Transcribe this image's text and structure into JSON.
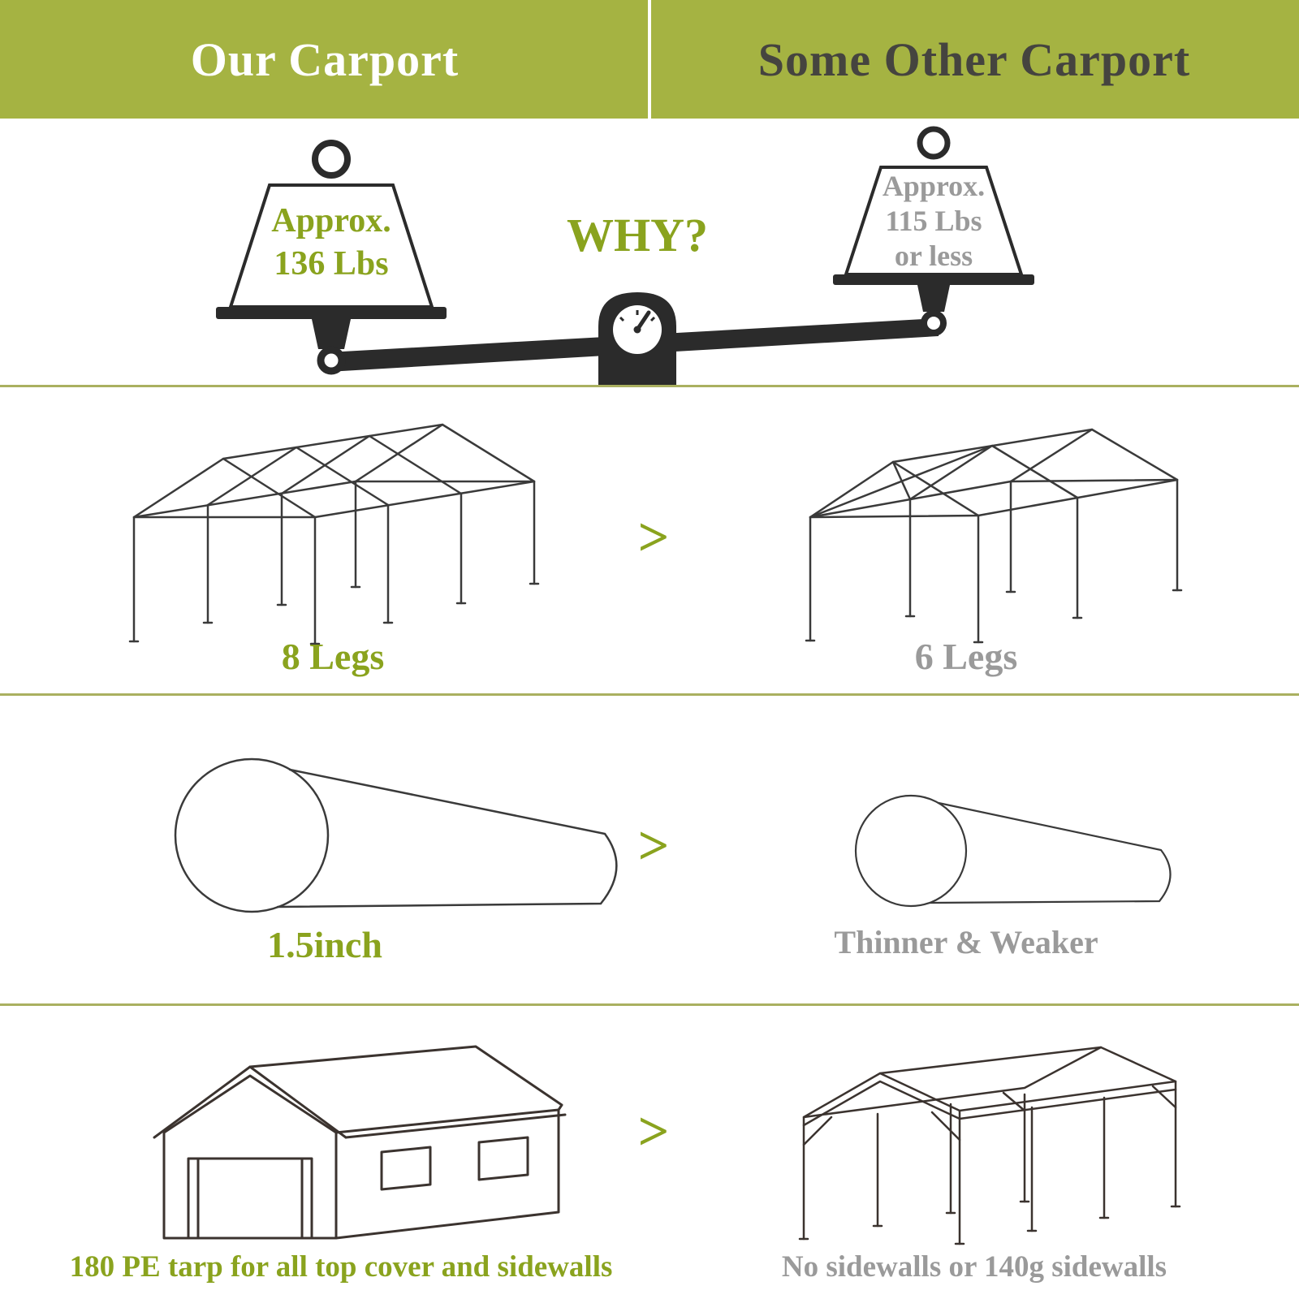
{
  "theme": {
    "header_bg": "#a5b342",
    "accent_green": "#8aa31e",
    "muted_gray": "#9a9a9a",
    "header_left_text": "#ffffff",
    "header_right_text": "#45443f",
    "line_art": "#3a3a3a",
    "divider": "#aab060"
  },
  "header": {
    "left": "Our Carport",
    "right": "Some Other Carport"
  },
  "scale": {
    "why": "WHY?",
    "left_weight": {
      "line1": "Approx.",
      "line2": "136 Lbs"
    },
    "right_weight": {
      "line1": "Approx.",
      "line2": "115 Lbs",
      "line3": "or less"
    }
  },
  "comparisons": [
    {
      "left": "8 Legs",
      "symbol": ">",
      "right": "6 Legs"
    },
    {
      "left": "1.5inch",
      "symbol": ">",
      "right": "Thinner & Weaker"
    },
    {
      "left": "180 PE tarp for all top cover and sidewalls",
      "symbol": ">",
      "right": "No sidewalls or 140g sidewalls"
    }
  ]
}
